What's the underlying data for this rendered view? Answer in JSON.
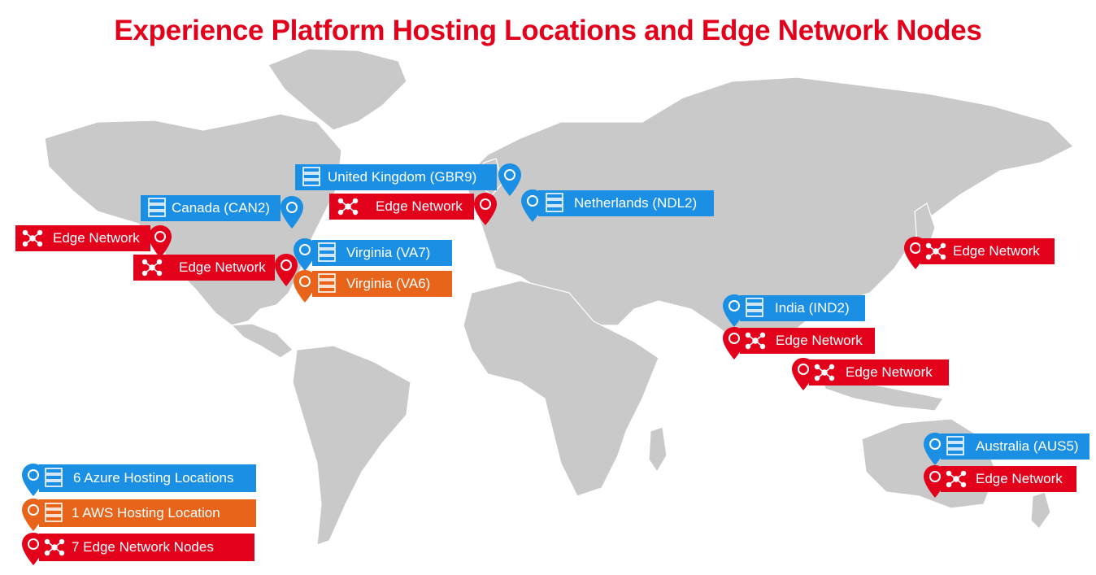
{
  "title": "Experience Platform Hosting Locations and Edge Network Nodes",
  "colors": {
    "azure": "#1a8fe3",
    "edge": "#e3001b",
    "aws": "#e8641b",
    "land": "#c9c9c9"
  },
  "locations": {
    "gbr9": "United Kingdom (GBR9)",
    "can2": "Canada (CAN2)",
    "ndl2": "Netherlands (NDL2)",
    "va7": "Virginia (VA7)",
    "va6": "Virginia (VA6)",
    "ind2": "India (IND2)",
    "aus5": "Australia (AUS5)"
  },
  "edge_label": "Edge Network",
  "legend": {
    "azure": "6 Azure Hosting Locations",
    "aws": "1 AWS Hosting Location",
    "edge": "7 Edge Network Nodes"
  },
  "icons": [
    "map-pin-icon",
    "server-icon",
    "network-hub-icon"
  ]
}
